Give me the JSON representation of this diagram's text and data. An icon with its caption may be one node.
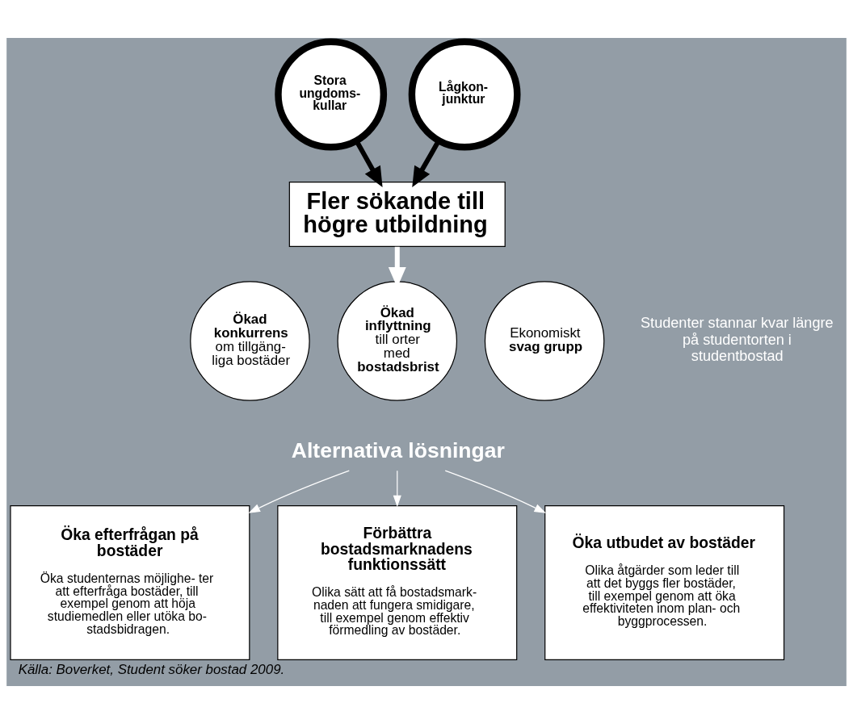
{
  "diagram": {
    "caption": "Källa: Boverket, Student söker bostad 2009.",
    "nodes": [
      {
        "text": [
          "Stora ungdoms- kullar"
        ]
      },
      {
        "text": [
          "Lågkon- junktur"
        ]
      },
      {
        "text": [
          "Fler sökande till högre utbildning"
        ]
      },
      {
        "text": [
          "**Ökad konkurrens** om tillgäng- liga bostäder"
        ]
      },
      {
        "text": [
          "**Ökad inflyttning** till orter med **bostadsbrist**"
        ]
      },
      {
        "text": [
          "Ekonomiskt **svag grupp**"
        ]
      },
      {
        "text": [
          "Alternativa lösningar"
        ]
      },
      {
        "text": [
          "Öka efterfrågan på bostäder",
          "Öka studenternas möjlighe- ter att efterfråga bostäder, till exempel genom att höja studiemedlen eller utöka bo- stadsbidragen."
        ]
      },
      {
        "text": [
          "Förbättra bostadsmarknadens funktionssätt",
          "Olika sätt att få bostadsmark- naden att fungera smidigare, till exempel genom effektiv förmedling av bostäder."
        ]
      },
      {
        "text": [
          "Öka utbudet av bostäder",
          "Olika åtgärder som leder till att det byggs fler bostäder, till exempel genom att öka effektiviteten inom plan- och byggprocessen."
        ]
      }
    ],
    "edges": [
      {
        "from": 0,
        "to": 2,
        "arrow": "to",
        "style": "thick",
        "color": "#000000"
      },
      {
        "from": 1,
        "to": 2,
        "arrow": "to",
        "style": "thick",
        "color": "#000000"
      },
      {
        "from": 2,
        "to": 4,
        "arrow": "to",
        "style": "thick"
      },
      {
        "from": 6,
        "to": 7,
        "arrow": "to"
      },
      {
        "from": 6,
        "to": 8,
        "arrow": "to"
      },
      {
        "from": 6,
        "to": 9,
        "arrow": "to"
      }
    ],
    "labels": [
      "Studenter stannar kvar längre på studentorten i studentbostad"
    ]
  }
}
